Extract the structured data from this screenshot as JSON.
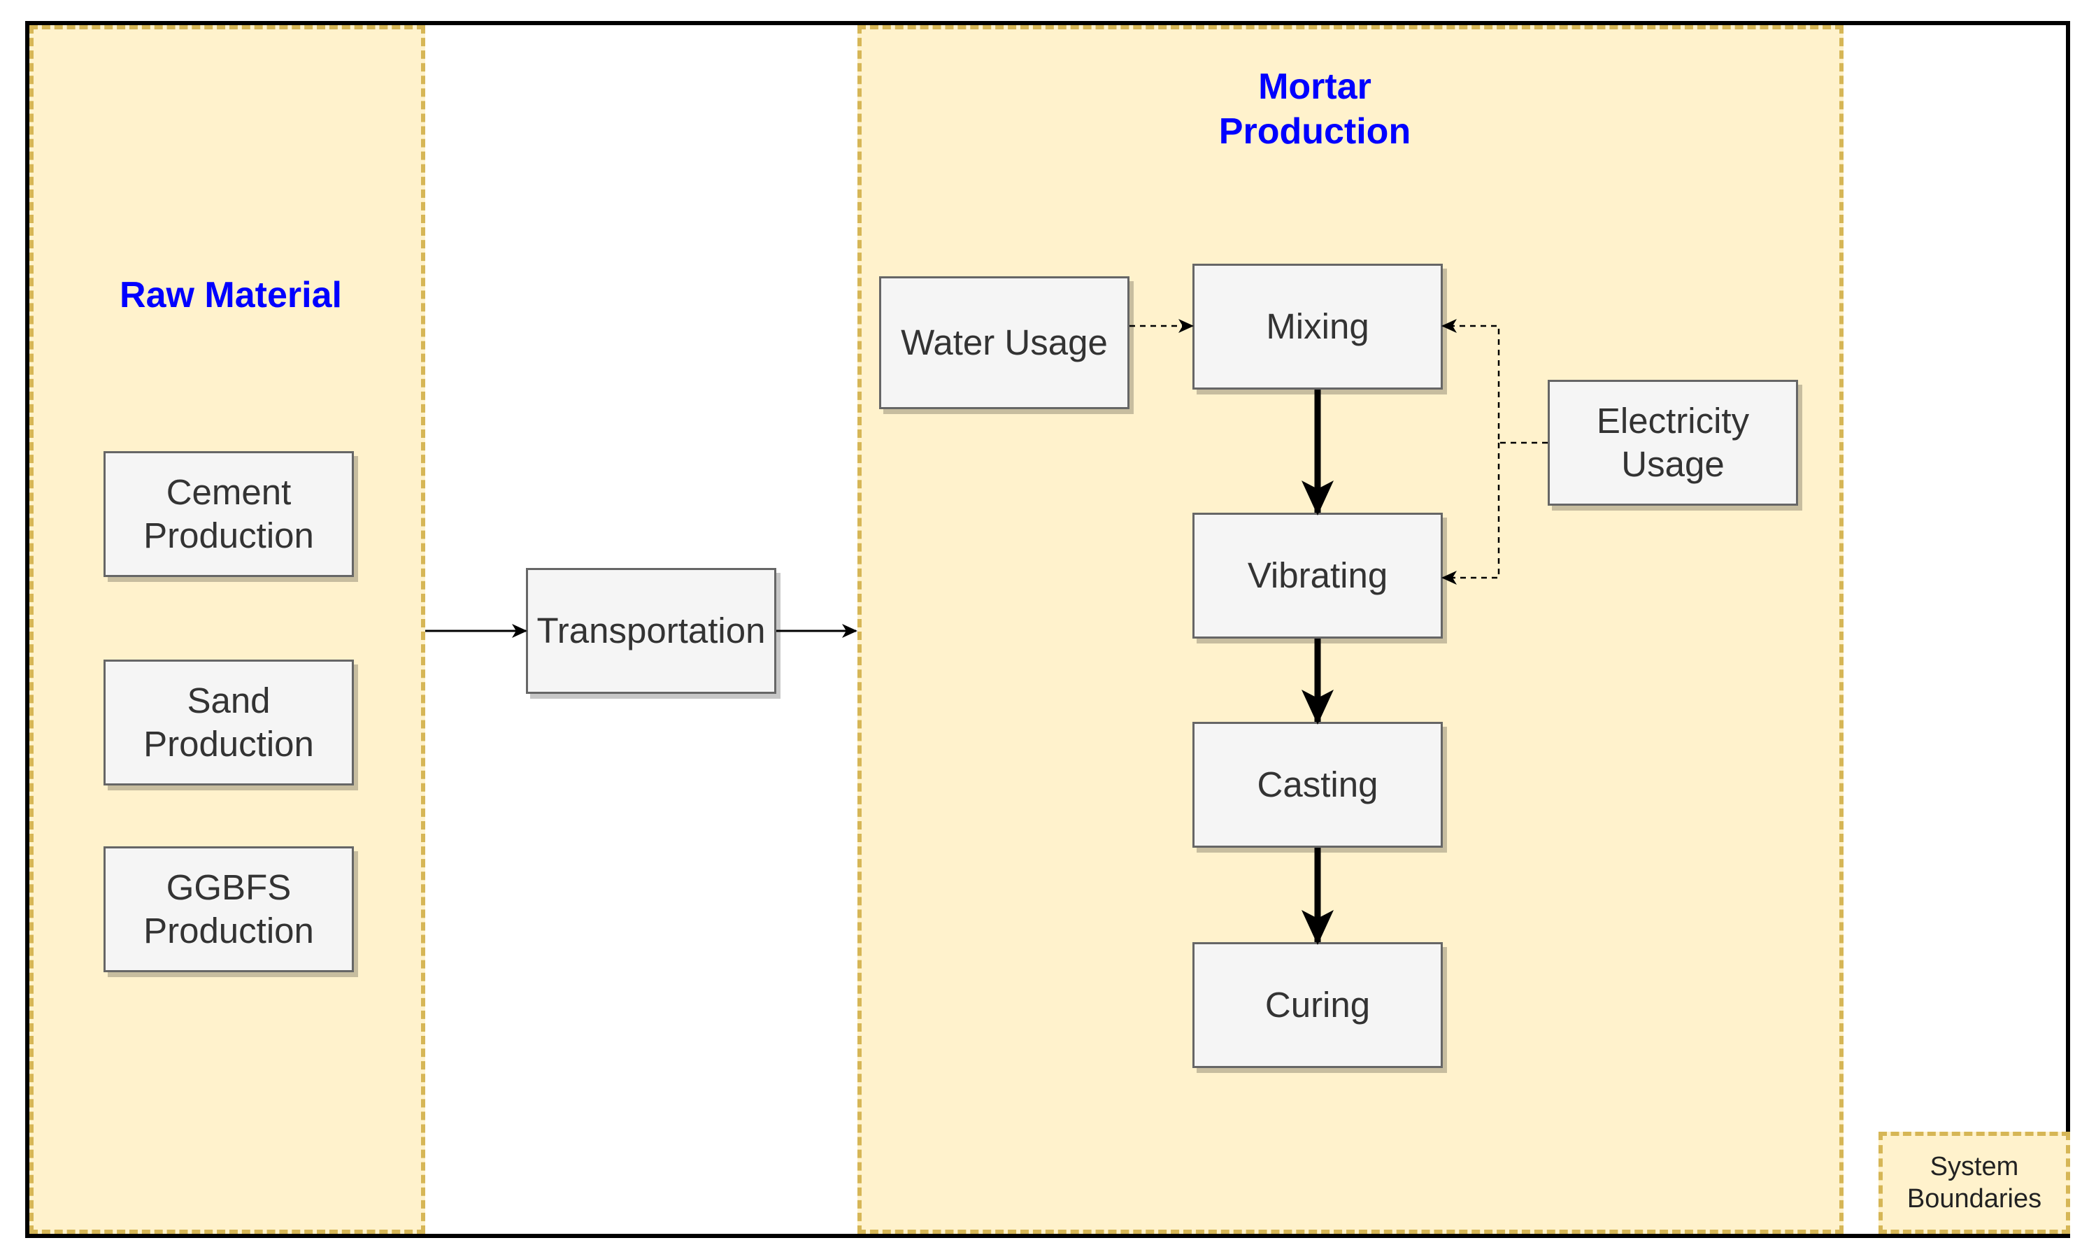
{
  "zones": {
    "raw_material_title": "Raw Material",
    "mortar_production_title": "Mortar\nProduction",
    "legend_label": "System\nBoundaries"
  },
  "nodes": {
    "cement": "Cement\nProduction",
    "sand": "Sand\nProduction",
    "ggbfs": "GGBFS\nProduction",
    "transportation": "Transportation",
    "water": "Water Usage",
    "mixing": "Mixing",
    "electricity": "Electricity\nUsage",
    "vibrating": "Vibrating",
    "casting": "Casting",
    "curing": "Curing"
  },
  "edges": [
    {
      "from": "raw-material",
      "to": "transportation",
      "style": "solid"
    },
    {
      "from": "transportation",
      "to": "mortar-production",
      "style": "solid"
    },
    {
      "from": "water",
      "to": "mixing",
      "style": "dashed"
    },
    {
      "from": "electricity",
      "to": "mixing",
      "style": "dashed"
    },
    {
      "from": "electricity",
      "to": "vibrating",
      "style": "dashed"
    },
    {
      "from": "mixing",
      "to": "vibrating",
      "style": "bold"
    },
    {
      "from": "vibrating",
      "to": "casting",
      "style": "bold"
    },
    {
      "from": "casting",
      "to": "curing",
      "style": "bold"
    }
  ],
  "colors": {
    "zone_fill": "#fff2cc",
    "zone_border": "#d6b656",
    "title_text": "#0000ff",
    "box_fill": "#f5f5f5",
    "box_border": "#666666"
  }
}
